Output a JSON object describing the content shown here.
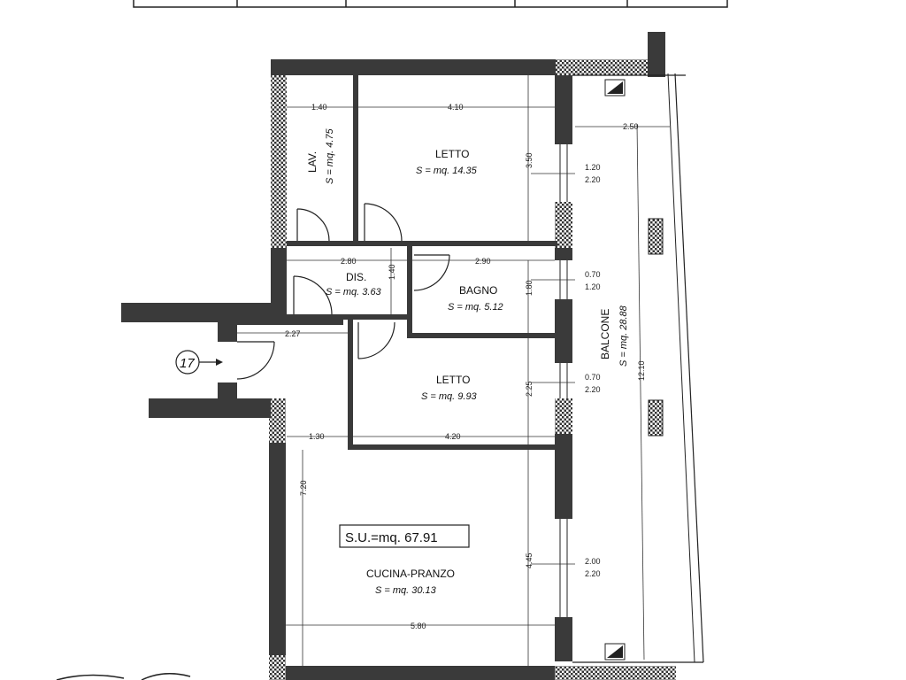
{
  "plan": {
    "unit_marker": "17",
    "total_area_label": "S.U.=mq. 67.91",
    "rooms": {
      "lav": {
        "name": "LAV.",
        "area": "S = mq. 4.75"
      },
      "letto1": {
        "name": "LETTO",
        "area": "S = mq. 14.35"
      },
      "dis": {
        "name": "DIS.",
        "area": "S = mq. 3.63"
      },
      "bagno": {
        "name": "BAGNO",
        "area": "S = mq. 5.12"
      },
      "letto2": {
        "name": "LETTO",
        "area": "S = mq. 9.93"
      },
      "cucina": {
        "name": "CUCINA-PRANZO",
        "area": "S = mq. 30.13"
      },
      "balcone": {
        "name": "BALCONE",
        "area": "S = mq. 28.88"
      }
    },
    "dimensions": {
      "d_1_40_top": "1.40",
      "d_4_10": "4.10",
      "d_2_50": "2.50",
      "d_3_50": "3.50",
      "d_2_80": "2.80",
      "d_2_90": "2.90",
      "d_1_40_dis": "1.40",
      "d_1_80": "1.80",
      "d_2_27": "2.27",
      "d_2_25": "2.25",
      "d_1_30": "1.30",
      "d_4_20": "4.20",
      "d_7_20": "7.20",
      "d_4_45": "4.45",
      "d_5_80": "5.80",
      "d_12_10": "12.10"
    },
    "window_dims": {
      "w1_top": "1.20",
      "w1_bot": "2.20",
      "w2_top": "0.70",
      "w2_bot": "1.20",
      "w3_top": "0.70",
      "w3_bot": "2.20",
      "w4_top": "2.00",
      "w4_bot": "2.20"
    }
  }
}
